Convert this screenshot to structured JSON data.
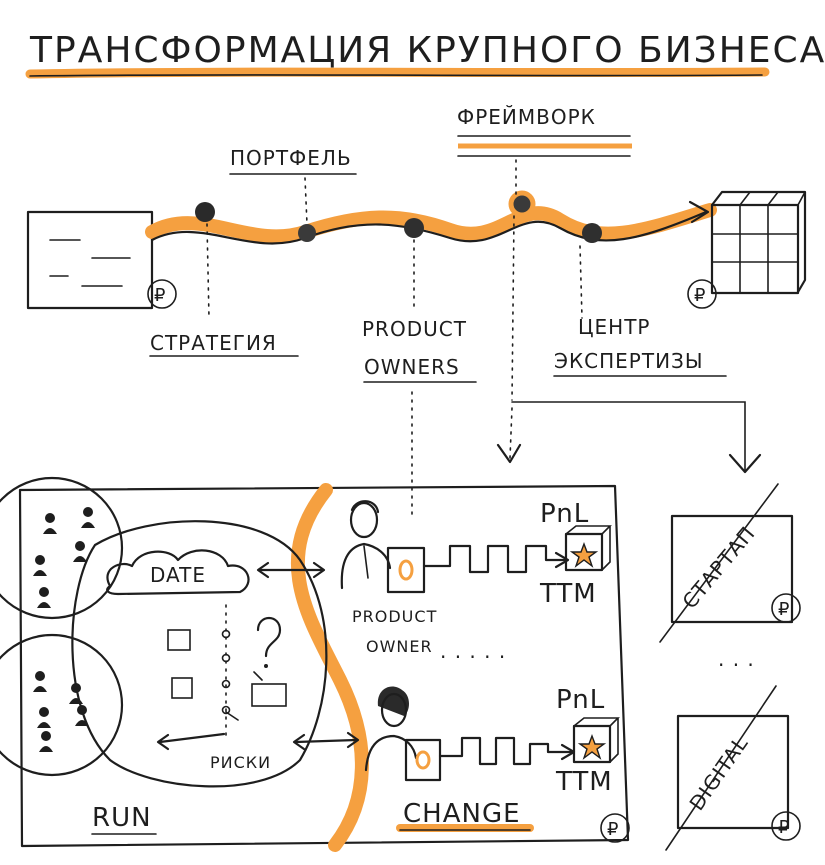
{
  "title": "ТРАНСФОРМАЦИЯ КРУПНОГО БИЗНЕСА",
  "colors": {
    "accent": "#f5a040",
    "ink": "#1e1e1e",
    "paper": "#ffffff"
  },
  "timeline": {
    "labels": {
      "portfolio": "ПОРТФЕЛЬ",
      "framework": "ФРЕЙМВОРК",
      "strategy": "СТРАТЕГИЯ",
      "product_owners_1": "PRODUCT",
      "product_owners_2": "OWNERS",
      "center_1": "ЦЕНТР",
      "center_2": "ЭКСПЕРТИЗЫ"
    }
  },
  "ruble": "₽",
  "org": {
    "date": "DATE",
    "risks": "РИСКИ",
    "run": "RUN",
    "change": "CHANGE",
    "product_owner_1": "PRODUCT",
    "product_owner_2": "OWNER",
    "pnl_1": "PnL",
    "ttm_1": "TTM",
    "pnl_2": "PnL",
    "ttm_2": "TTM",
    "dots_mid": "· · · · ·",
    "dots_right": "· · ·"
  },
  "startups": {
    "startup": "СТАРТАП",
    "digital": "DIGITAL"
  }
}
